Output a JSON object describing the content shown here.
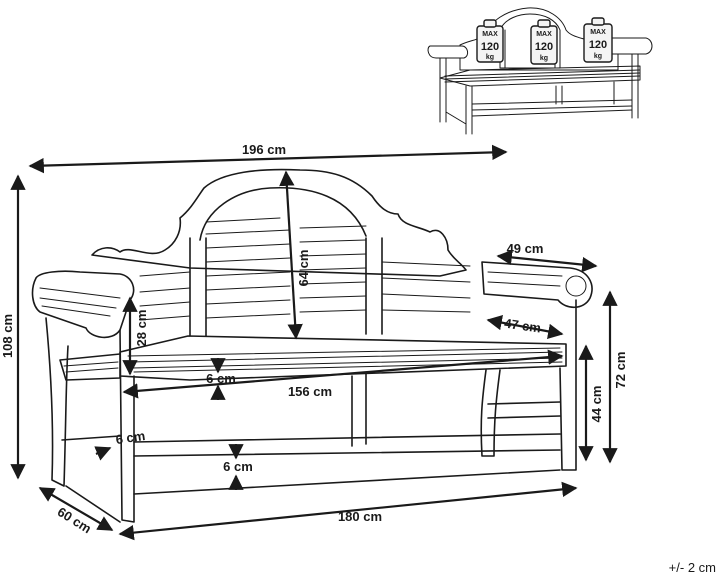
{
  "dimensions": {
    "overall_width": "196 cm",
    "overall_height": "108 cm",
    "backrest_height": "64 cm",
    "backrest_lower": "28 cm",
    "armrest_length": "49 cm",
    "seat_depth_inner": "47 cm",
    "arm_height": "72 cm",
    "seat_height": "44 cm",
    "seat_slat_thickness": "6 cm",
    "seat_width": "156  cm",
    "leg_thickness": "6 cm",
    "stretcher_thickness": "6 cm",
    "base_width": "180 cm",
    "base_depth": "60 cm"
  },
  "load_badges": [
    {
      "max": "MAX",
      "value": "120",
      "unit": "kg"
    },
    {
      "max": "MAX",
      "value": "120",
      "unit": "kg"
    },
    {
      "max": "MAX",
      "value": "120",
      "unit": "kg"
    }
  ],
  "tolerance": "+/- 2 cm"
}
